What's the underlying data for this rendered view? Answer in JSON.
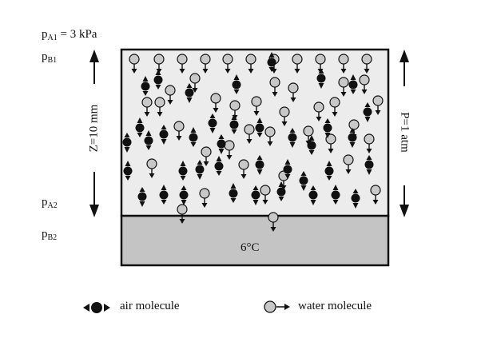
{
  "labels": {
    "pA1": {
      "base": "p",
      "sub": "A1",
      "suffix": " = 3 kPa"
    },
    "pB1": {
      "base": "p",
      "sub": "B1"
    },
    "pA2": {
      "base": "p",
      "sub": "A2"
    },
    "pB2": {
      "base": "p",
      "sub": "B2"
    },
    "height": "Z=10 mm",
    "pressure": "P=1 atm",
    "temperature": "6°C"
  },
  "legend": {
    "air": "air molecule",
    "water": "water molecule"
  },
  "colors": {
    "air_fill": "#111111",
    "water_fill": "#c8c8c8",
    "gas_region": "#ececec",
    "liquid_region": "#c4c4c4",
    "outline": "#111111"
  },
  "molecules": {
    "air_count": 39,
    "water_count": 46
  }
}
